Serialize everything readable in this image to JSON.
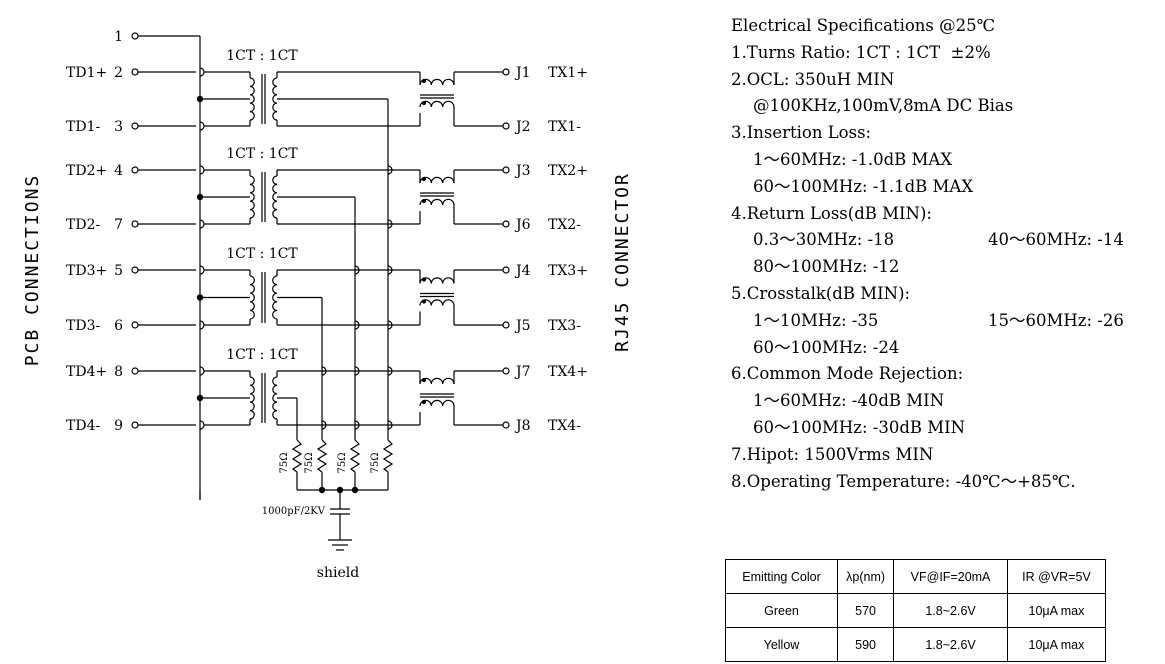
{
  "schematic": {
    "left_label": "PCB CONNECTIONS",
    "right_label": "RJ45 CONNECTOR",
    "pin1": "1",
    "pcb_pins": [
      {
        "name": "TD1+",
        "num": "2"
      },
      {
        "name": "TD1-",
        "num": "3"
      },
      {
        "name": "TD2+",
        "num": "4"
      },
      {
        "name": "TD2-",
        "num": "7"
      },
      {
        "name": "TD3+",
        "num": "5"
      },
      {
        "name": "TD3-",
        "num": "6"
      },
      {
        "name": "TD4+",
        "num": "8"
      },
      {
        "name": "TD4-",
        "num": "9"
      }
    ],
    "rj45_pins": [
      {
        "num": "J1",
        "name": "TX1+"
      },
      {
        "num": "J2",
        "name": "TX1-"
      },
      {
        "num": "J3",
        "name": "TX2+"
      },
      {
        "num": "J6",
        "name": "TX2-"
      },
      {
        "num": "J4",
        "name": "TX3+"
      },
      {
        "num": "J5",
        "name": "TX3-"
      },
      {
        "num": "J7",
        "name": "TX4+"
      },
      {
        "num": "J8",
        "name": "TX4-"
      }
    ],
    "ratio_label": "1CT : 1CT",
    "resistor_label": "75Ω",
    "cap_label": "1000pF/2KV",
    "shield_label": "shield"
  },
  "specs": {
    "title": "Electrical Specifications @25℃",
    "l1": "1.Turns Ratio: 1CT : 1CT  ±2%",
    "l2": "2.OCL: 350uH MIN",
    "l2b": "@100KHz,100mV,8mA DC Bias",
    "l3": "3.Insertion Loss:",
    "l3a": "1～60MHz: -1.0dB MAX",
    "l3b": "60～100MHz: -1.1dB MAX",
    "l4": "4.Return Loss(dB MIN):",
    "l4a1": "0.3～30MHz: -18",
    "l4a2": "40～60MHz: -14",
    "l4b": "80～100MHz: -12",
    "l5": "5.Crosstalk(dB MIN):",
    "l5a1": "1～10MHz: -35",
    "l5a2": "15～60MHz: -26",
    "l5b": "60～100MHz: -24",
    "l6": "6.Common Mode Rejection:",
    "l6a": "1～60MHz: -40dB MIN",
    "l6b": "60～100MHz: -30dB MIN",
    "l7": "7.Hipot: 1500Vrms MIN",
    "l8": "8.Operating Temperature: -40℃～+85℃."
  },
  "led_table": {
    "headers": [
      "Emitting Color",
      "λp(nm)",
      "VF@IF=20mA",
      "IR @VR=5V"
    ],
    "rows": [
      [
        "Green",
        "570",
        "1.8~2.6V",
        "10μA max"
      ],
      [
        "Yellow",
        "590",
        "1.8~2.6V",
        "10μA max"
      ]
    ]
  }
}
